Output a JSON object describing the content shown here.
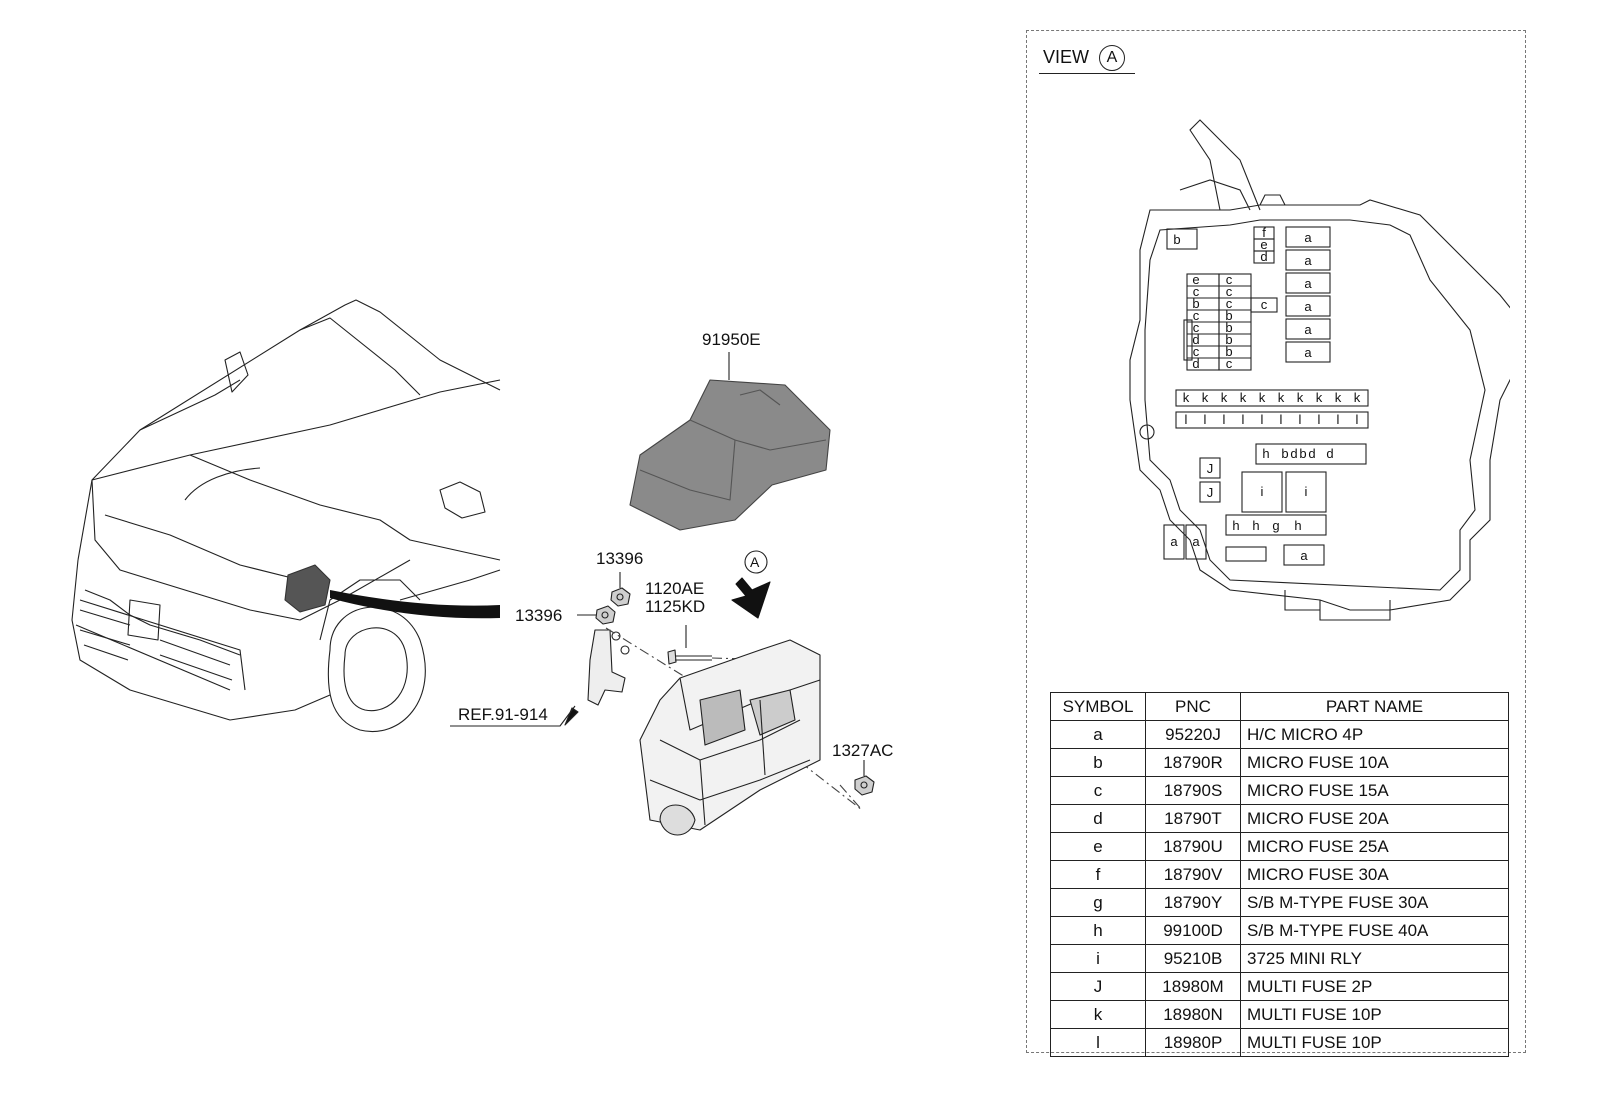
{
  "callouts": {
    "cover": "91950E",
    "nut_top": "13396",
    "nut_left": "13396",
    "bolt_1": "1120AE",
    "bolt_2": "1125KD",
    "ref": "REF.91-914",
    "nut_right": "1327AC",
    "view_marker": "A"
  },
  "view": {
    "label": "VIEW",
    "marker": "A"
  },
  "fusebox_labels": {
    "left_top": [
      "b"
    ],
    "stack_right_top": [
      "f",
      "e",
      "d"
    ],
    "col1": [
      "e",
      "c",
      "b",
      "c",
      "c",
      "d",
      "c",
      "d"
    ],
    "col2": [
      "c",
      "c",
      "c",
      "b",
      "b",
      "b",
      "b",
      "c"
    ],
    "single_c": "c",
    "relays_a": [
      "a",
      "a",
      "a",
      "a",
      "a",
      "a"
    ],
    "row_k": [
      "k",
      "k",
      "k",
      "k",
      "k",
      "k",
      "k",
      "k",
      "k",
      "k"
    ],
    "row_l": [
      "l",
      "l",
      "l",
      "l",
      "l",
      "l",
      "l",
      "l",
      "l",
      "l"
    ],
    "row_mid": [
      "h",
      "b",
      "d",
      "b",
      "d",
      "d"
    ],
    "j_col": [
      "J",
      "J"
    ],
    "i_pair": [
      "i",
      "i"
    ],
    "row_low": [
      "h",
      "h",
      "g",
      "h"
    ],
    "bottom_a": [
      "a",
      "a"
    ],
    "bottom_a_right": "a"
  },
  "legend": {
    "headers": [
      "SYMBOL",
      "PNC",
      "PART NAME"
    ],
    "rows": [
      {
        "symbol": "a",
        "pnc": "95220J",
        "name": "H/C MICRO 4P"
      },
      {
        "symbol": "b",
        "pnc": "18790R",
        "name": "MICRO FUSE 10A"
      },
      {
        "symbol": "c",
        "pnc": "18790S",
        "name": "MICRO FUSE 15A"
      },
      {
        "symbol": "d",
        "pnc": "18790T",
        "name": "MICRO FUSE 20A"
      },
      {
        "symbol": "e",
        "pnc": "18790U",
        "name": "MICRO FUSE 25A"
      },
      {
        "symbol": "f",
        "pnc": "18790V",
        "name": "MICRO FUSE 30A"
      },
      {
        "symbol": "g",
        "pnc": "18790Y",
        "name": "S/B M-TYPE FUSE 30A"
      },
      {
        "symbol": "h",
        "pnc": "99100D",
        "name": "S/B M-TYPE FUSE 40A"
      },
      {
        "symbol": "i",
        "pnc": "95210B",
        "name": "3725 MINI RLY"
      },
      {
        "symbol": "J",
        "pnc": "18980M",
        "name": "MULTI FUSE 2P"
      },
      {
        "symbol": "k",
        "pnc": "18980N",
        "name": "MULTI FUSE 10P"
      },
      {
        "symbol": "l",
        "pnc": "18980P",
        "name": "MULTI FUSE 10P"
      }
    ]
  }
}
